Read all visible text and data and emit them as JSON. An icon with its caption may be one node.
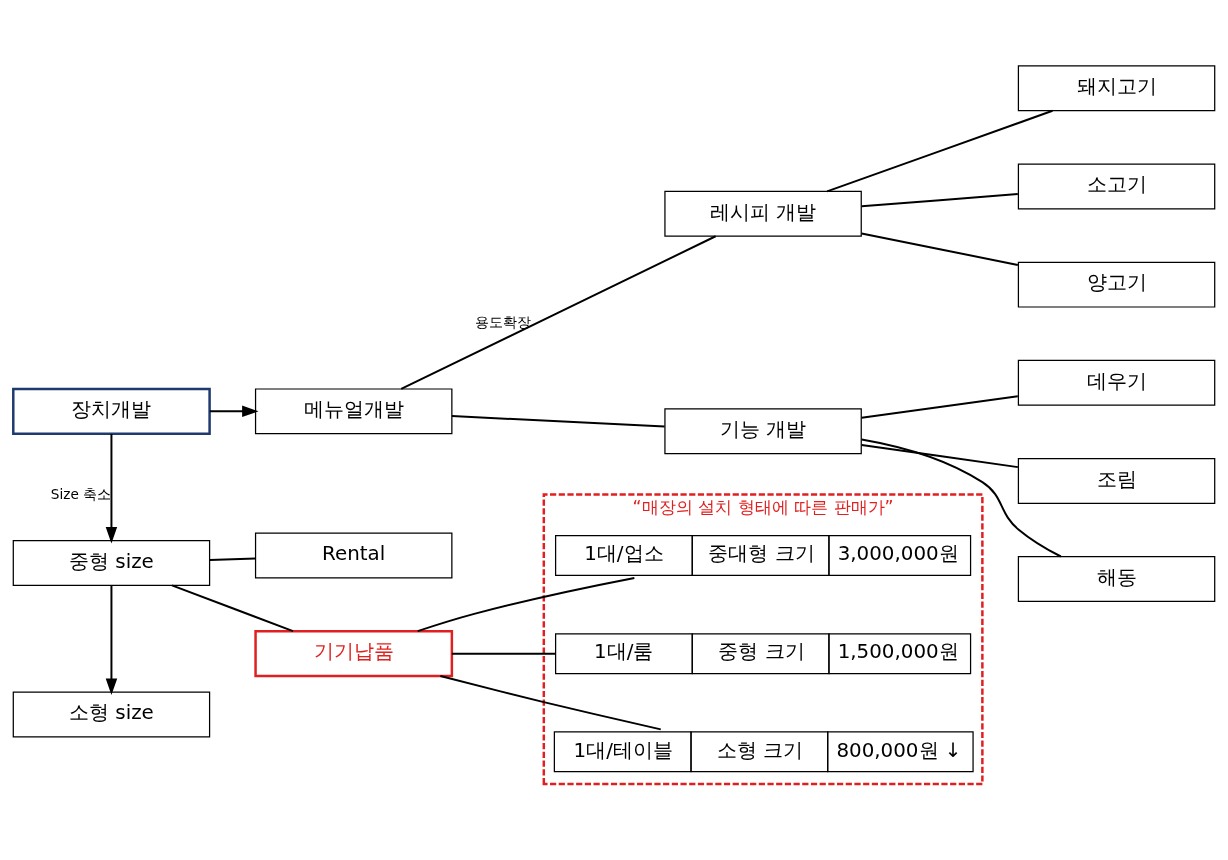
{
  "diagram": {
    "nodes": [
      {
        "text": [
          "장치개발"
        ]
      },
      {
        "text": [
          "메뉴얼개발"
        ]
      },
      {
        "text": [
          "레시피 개발"
        ]
      },
      {
        "text": [
          "돼지고기"
        ]
      },
      {
        "text": [
          "소고기"
        ]
      },
      {
        "text": [
          "양고기"
        ]
      },
      {
        "text": [
          "기능 개발"
        ]
      },
      {
        "text": [
          "데우기"
        ]
      },
      {
        "text": [
          "조림"
        ]
      },
      {
        "text": [
          "해동"
        ]
      },
      {
        "text": [
          "중형 size"
        ]
      },
      {
        "text": [
          "Rental"
        ]
      },
      {
        "text": [
          "기기납품"
        ]
      },
      {
        "text": [
          "“매장의 설치 형태에 따른 판매가”"
        ]
      },
      {
        "text": [
          "1대/업소",
          "중대형 크기",
          "3,000,000원"
        ],
        "in": 13
      },
      {
        "text": [
          "1대/룸",
          "중형 크기",
          "1,500,000원"
        ],
        "in": 13
      },
      {
        "text": [
          "1대/테이블",
          "소형 크기",
          "800,000원 ↓"
        ],
        "in": 13
      },
      {
        "text": [
          "소형 size"
        ]
      }
    ],
    "edges": [
      {
        "from": 0,
        "to": 1,
        "arrow": "to"
      },
      {
        "from": 1,
        "to": 2,
        "arrow": "none",
        "label": "용도확장"
      },
      {
        "from": 1,
        "to": 6,
        "arrow": "none"
      },
      {
        "from": 2,
        "to": 3,
        "arrow": "none"
      },
      {
        "from": 2,
        "to": 4,
        "arrow": "none"
      },
      {
        "from": 2,
        "to": 5,
        "arrow": "none"
      },
      {
        "from": 6,
        "to": 7,
        "arrow": "none"
      },
      {
        "from": 6,
        "to": 8,
        "arrow": "none"
      },
      {
        "from": 6,
        "to": 9,
        "arrow": "none"
      },
      {
        "from": 0,
        "to": 10,
        "arrow": "to",
        "label": "Size 축소"
      },
      {
        "from": 10,
        "to": 11,
        "arrow": "none"
      },
      {
        "from": 10,
        "to": 12,
        "arrow": "none"
      },
      {
        "from": 12,
        "to": 14,
        "arrow": "none"
      },
      {
        "from": 12,
        "to": 15,
        "arrow": "none"
      },
      {
        "from": 12,
        "to": 16,
        "arrow": "none"
      },
      {
        "from": 10,
        "to": 17,
        "arrow": "to"
      }
    ]
  }
}
